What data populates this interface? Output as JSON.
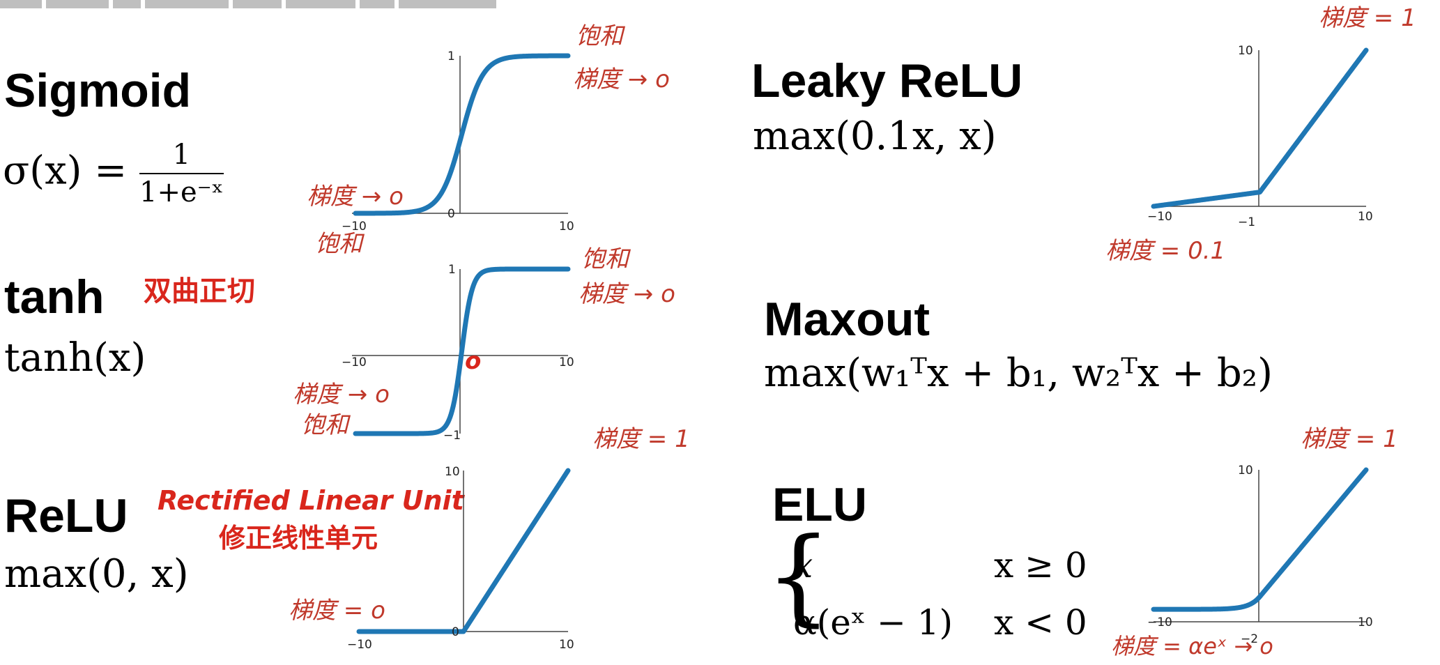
{
  "title": "",
  "sigmoid": {
    "name": "Sigmoid",
    "formula_lhs": "σ(x) =",
    "frac_num": "1",
    "frac_den": "1+e⁻ˣ",
    "notes": {
      "top1": "饱和",
      "top2": "梯度 → o",
      "bot1": "梯度 → o",
      "bot2": "饱和"
    },
    "ticks": {
      "x_min": "−10",
      "x_max": "10",
      "y_top": "1",
      "y_bot": "0"
    }
  },
  "tanh": {
    "name": "tanh",
    "cn_name": "双曲正切",
    "formula": "tanh(x)",
    "notes": {
      "top1": "饱和",
      "top2": "梯度 → o",
      "bot1": "梯度 → o",
      "bot2": "饱和",
      "origin": "o"
    },
    "ticks": {
      "x_min": "−10",
      "x_max": "10",
      "y_top": "1",
      "y_bot": "−1"
    }
  },
  "relu": {
    "name": "ReLU",
    "en_full": "Rectified Linear Unit",
    "cn_full": "修正线性单元",
    "formula": "max(0, x)",
    "notes": {
      "right": "梯度 = 1",
      "left": "梯度 = o"
    },
    "ticks": {
      "x_min": "−10",
      "x_max": "10",
      "y_top": "10",
      "y_origin": "0"
    }
  },
  "leaky_relu": {
    "name": "Leaky ReLU",
    "formula": "max(0.1x, x)",
    "notes": {
      "right": "梯度 = 1",
      "left": "梯度 = 0.1"
    },
    "ticks": {
      "x_min": "−10",
      "x_max": "10",
      "y_top": "10",
      "y_origin": "−1"
    }
  },
  "maxout": {
    "name": "Maxout",
    "formula": "max(w₁ᵀx + b₁, w₂ᵀx + b₂)"
  },
  "elu": {
    "name": "ELU",
    "case1_expr": "x",
    "case1_cond": "x ≥ 0",
    "case2_expr": "α(eˣ − 1)",
    "case2_cond": "x < 0",
    "notes": {
      "right": "梯度 = 1",
      "left": "梯度 = αeˣ → o"
    },
    "ticks": {
      "x_min": "−10",
      "x_max": "10",
      "y_top": "10",
      "y_origin": "−2"
    }
  },
  "colors": {
    "curve": "#1f77b4",
    "annotation": "#c0392b",
    "text": "#000000"
  }
}
